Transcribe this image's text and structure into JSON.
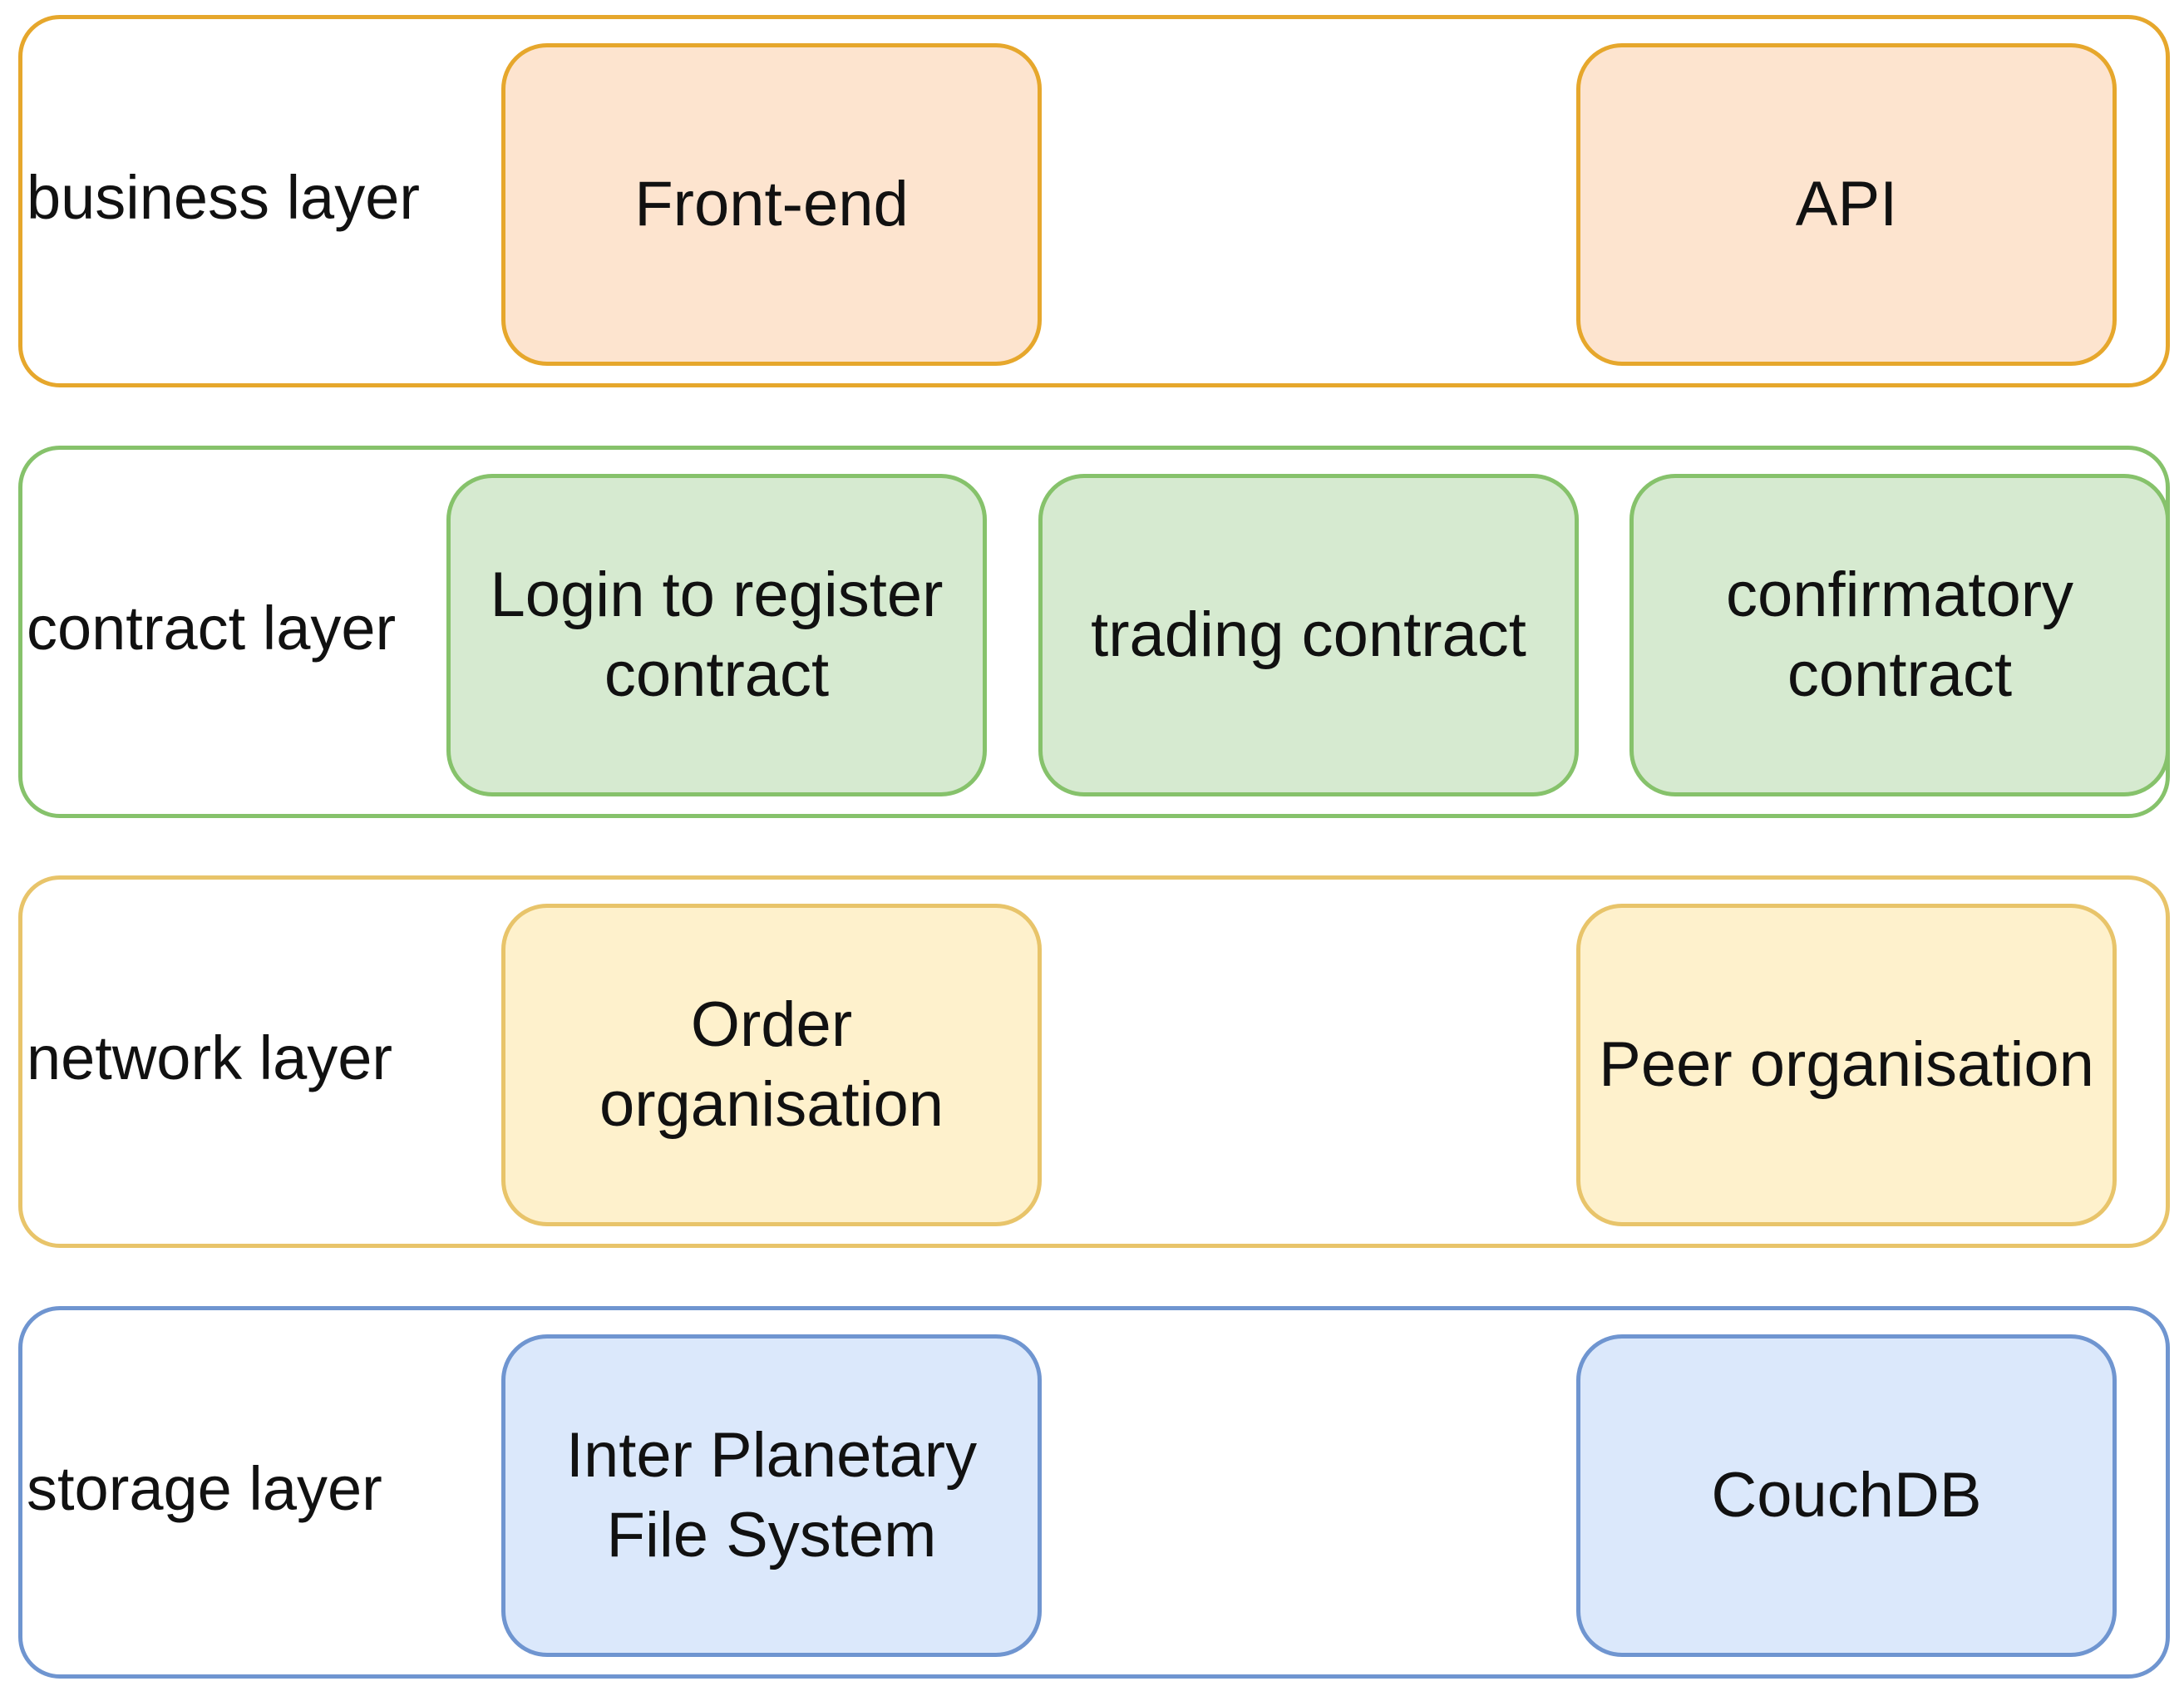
{
  "layers": [
    {
      "label": "business layer",
      "boxes": [
        "Front-end",
        "API"
      ]
    },
    {
      "label": "contract layer",
      "boxes": [
        "Login to register contract",
        "trading contract",
        "confirmatory contract"
      ]
    },
    {
      "label": "network layer",
      "boxes": [
        "Order organisation",
        "Peer organisation"
      ]
    },
    {
      "label": "storage layer",
      "boxes": [
        "Inter Planetary File System",
        "CouchDB"
      ]
    }
  ],
  "colors": {
    "business": "#e6a72c",
    "contract": "#86c26b",
    "network": "#e8c46a",
    "storage": "#6f95d0"
  }
}
